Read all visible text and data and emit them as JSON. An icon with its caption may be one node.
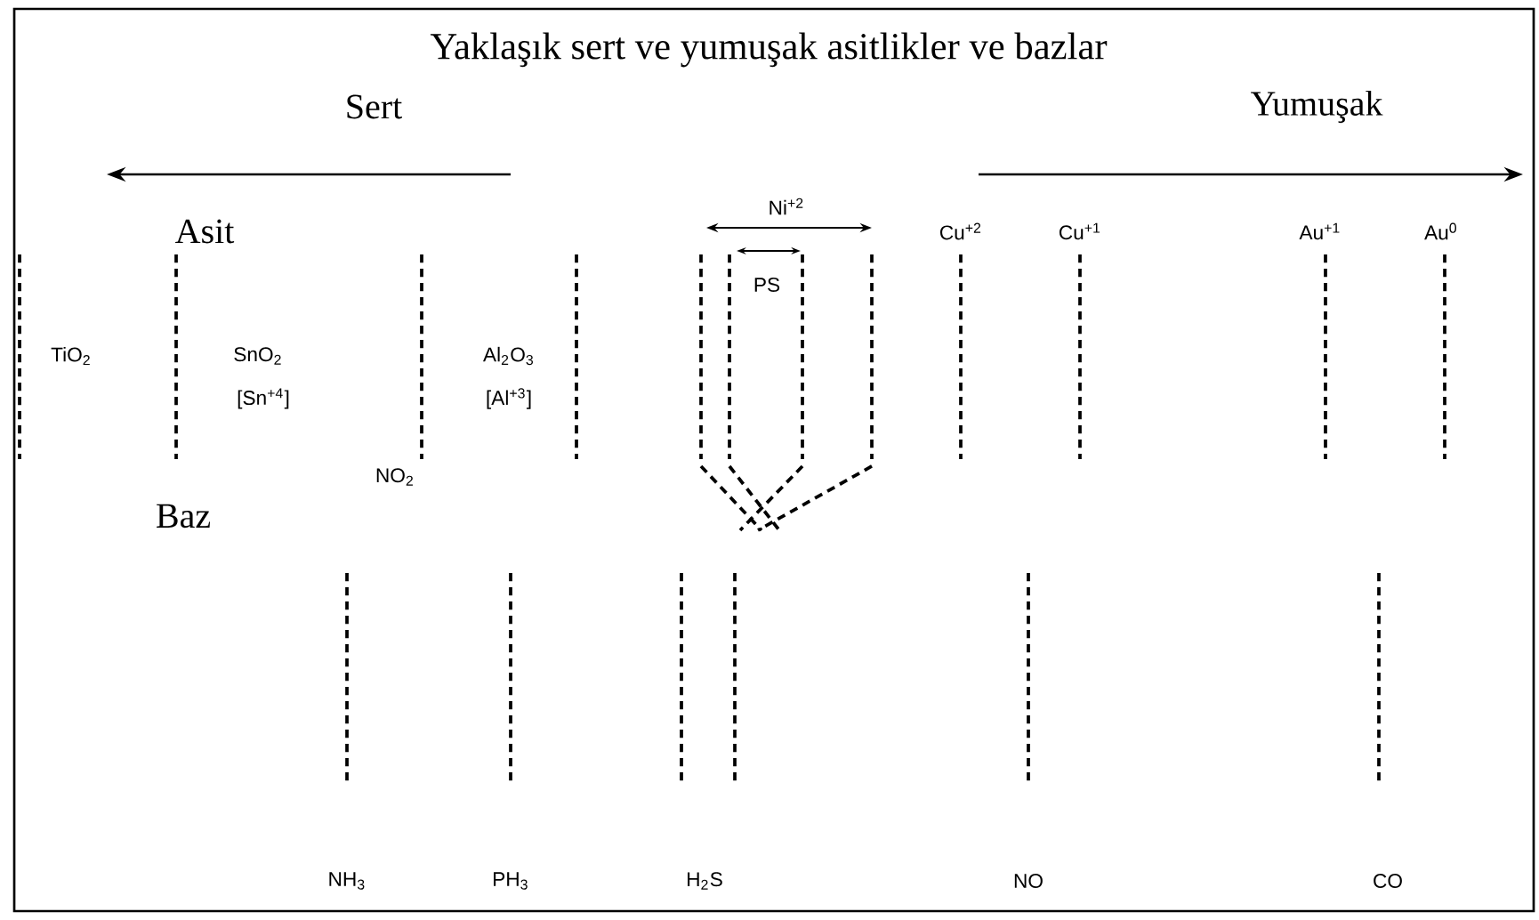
{
  "diagram": {
    "title": "Yaklaşık sert ve yumuşak asitlikler ve bazlar",
    "labels": [
      "Sert",
      "Yumuşak",
      "Asit",
      "Ni$^{+2}$",
      "Cu$^{+2}$",
      "Cu$^{+1}$",
      "Au$^{+1}$",
      "Au$^{0}$",
      "PS",
      "TiO$_{2}$",
      "SnO$_{2}$",
      "Al$_{2}$O$_{3}$",
      "[Sn$^{+4}$]",
      "[Al$^{+3}$]",
      "NO$_{2}$",
      "Baz",
      "NH$_{3}$",
      "PH$_{3}$",
      "H$_{2}$S",
      "NO",
      "CO"
    ]
  }
}
